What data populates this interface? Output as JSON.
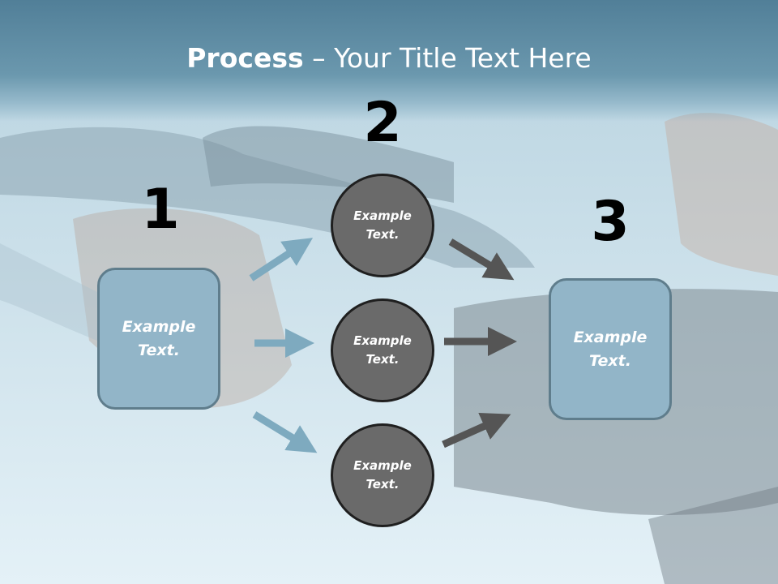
{
  "title": {
    "bold": "Process",
    "rest": " – Your Title Text Here"
  },
  "steps": [
    {
      "number": "1",
      "text": "Example Text."
    },
    {
      "number": "2",
      "circles": [
        "Example Text.",
        "Example Text.",
        "Example Text."
      ]
    },
    {
      "number": "3",
      "text": "Example Text."
    }
  ],
  "colors": {
    "box_fill": "#92b5c8",
    "box_border": "#5f7d8c",
    "circle_fill": "#6a6a6a",
    "arrow_light": "#7eaabf",
    "arrow_dark": "#555555"
  }
}
